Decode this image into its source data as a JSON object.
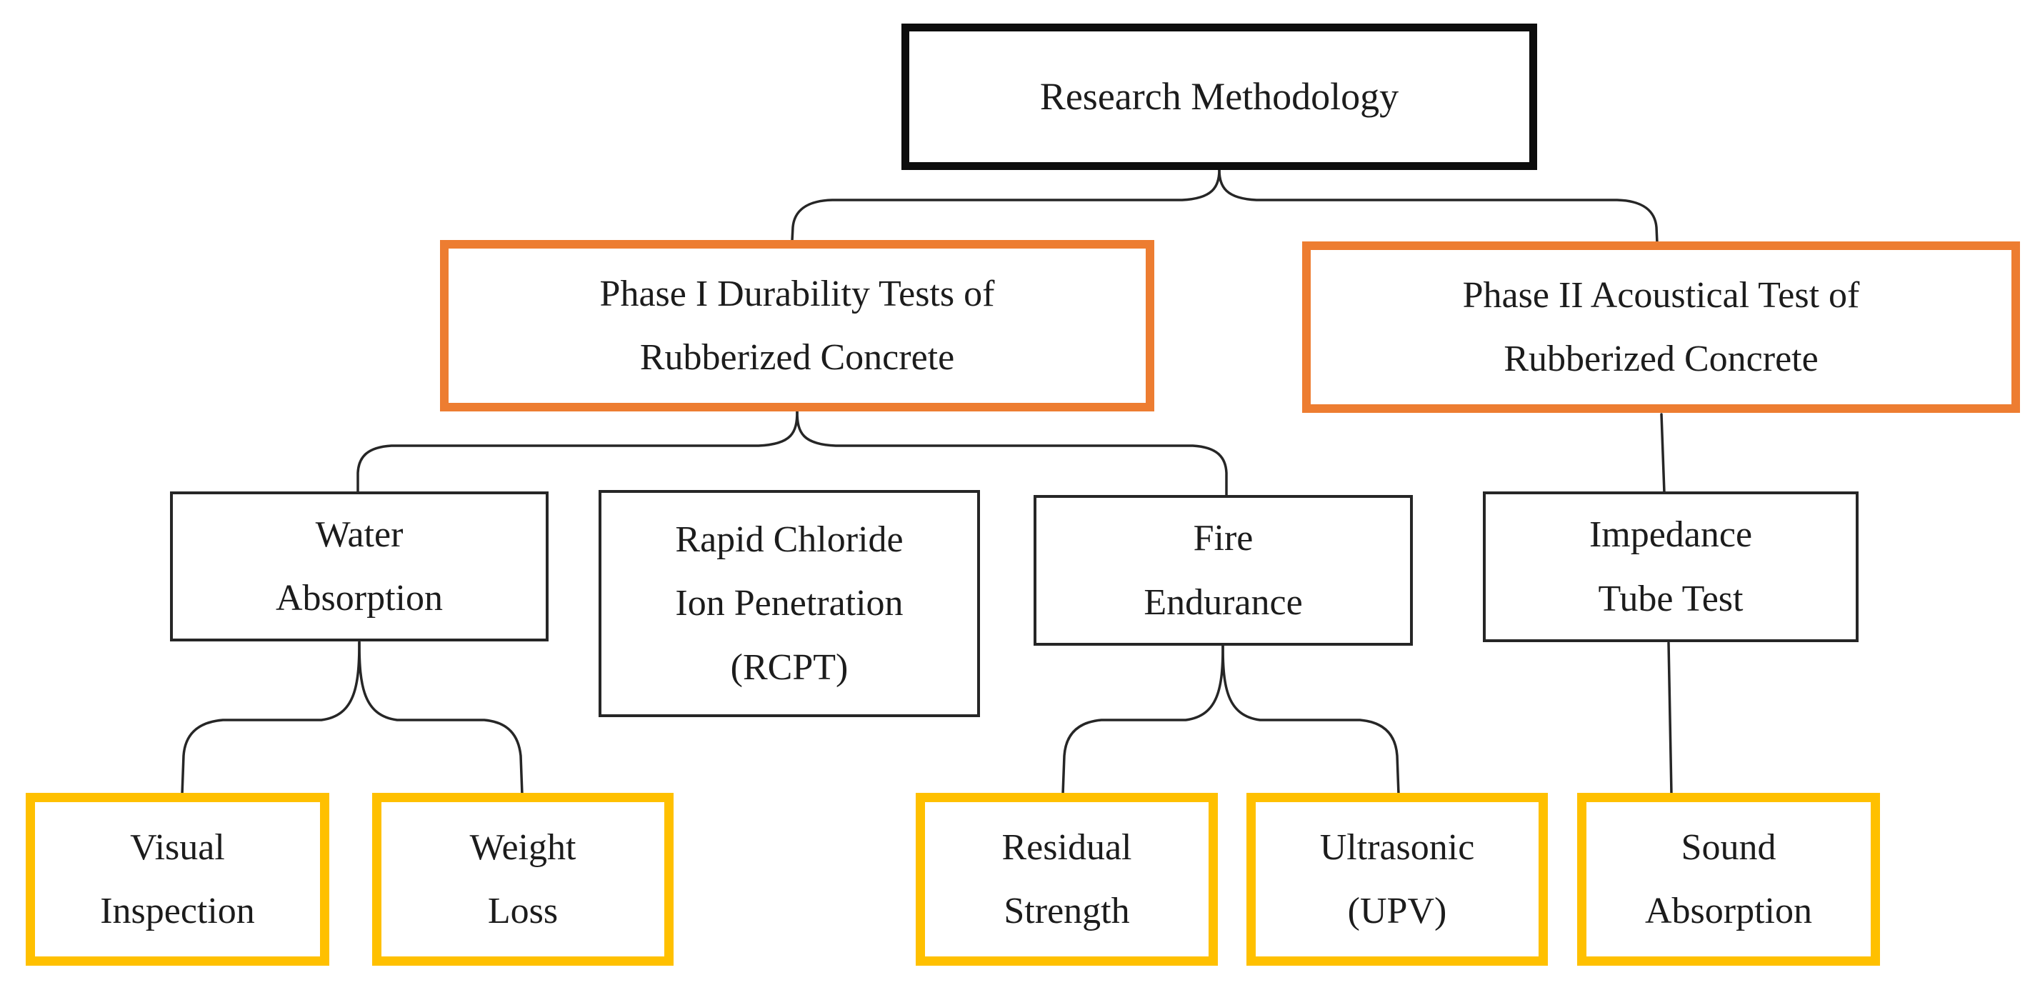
{
  "figure": {
    "title": "Research Methodology flowchart",
    "background": "#ffffff"
  },
  "colors": {
    "root_border": "#0d0d0d",
    "phase_border": "#ED7D31",
    "test_border": "#262626",
    "leaf_border": "#FFC000",
    "connector": "#262626",
    "text": "#1c1c1c"
  },
  "nodes": {
    "root": {
      "lines": [
        "Research Methodology"
      ]
    },
    "phase1": {
      "lines": [
        "Phase I Durability Tests of",
        "Rubberized Concrete"
      ]
    },
    "phase2": {
      "lines": [
        "Phase II Acoustical Test of",
        "Rubberized Concrete"
      ]
    },
    "water": {
      "lines": [
        "Water",
        "Absorption"
      ]
    },
    "rcpt": {
      "lines": [
        "Rapid Chloride",
        "Ion Penetration",
        "(RCPT)"
      ]
    },
    "fire": {
      "lines": [
        "Fire",
        "Endurance"
      ]
    },
    "impedance": {
      "lines": [
        "Impedance",
        "Tube Test"
      ]
    },
    "visual": {
      "lines": [
        "Visual",
        "Inspection"
      ]
    },
    "weight": {
      "lines": [
        "Weight",
        "Loss"
      ]
    },
    "residual": {
      "lines": [
        "Residual",
        "Strength"
      ]
    },
    "ultrasonic": {
      "lines": [
        "Ultrasonic",
        "(UPV)"
      ]
    },
    "sound": {
      "lines": [
        "Sound",
        "Absorption"
      ]
    }
  }
}
